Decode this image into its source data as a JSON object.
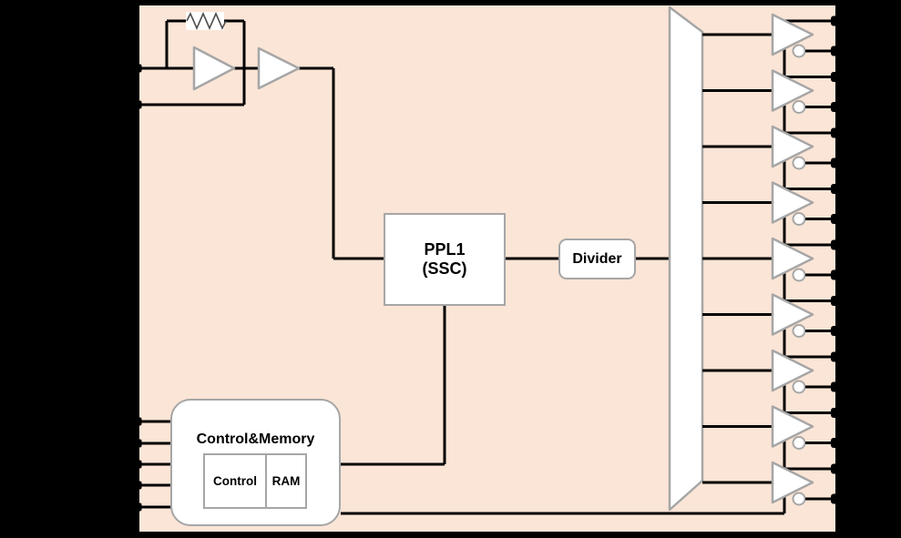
{
  "scene": {
    "background": "#000000",
    "chip_fill": "#fbe5d6",
    "wire_color": "#000000",
    "shape_stroke": "#a6a6a6",
    "shape_fill": "#ffffff",
    "resistor_stroke": "#4d4d4d"
  },
  "labels": {
    "pll_line1": "PPL1",
    "pll_line2": "(SSC)",
    "divider": "Divider",
    "control_memory_title": "Control&Memory",
    "control": "Control",
    "ram": "RAM"
  },
  "oscillator": {
    "amplifier_count": 2,
    "input_pin_count": 2,
    "has_feedback_resistor": true
  },
  "output_buffers": {
    "count": 9,
    "outputs_per_buffer": 2,
    "right_pin_count": 18
  },
  "control_pins": {
    "count": 5
  }
}
